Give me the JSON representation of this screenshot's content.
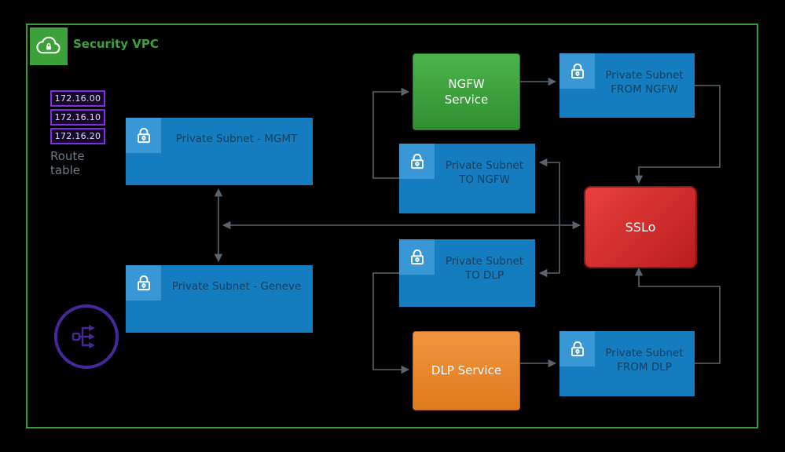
{
  "vpc": {
    "label": "Security VPC"
  },
  "route_table": {
    "label": "Route table",
    "entries": [
      "172.16.00",
      "172.16.10",
      "172.16.20"
    ]
  },
  "nodes": {
    "mgmt": {
      "label": "Private Subnet - MGMT"
    },
    "geneve": {
      "label": "Private Subnet - Geneve"
    },
    "ngfw_service": {
      "label": "NGFW\nService"
    },
    "to_ngfw": {
      "label": "Private Subnet\nTO NGFW"
    },
    "from_ngfw": {
      "label": "Private Subnet\nFROM NGFW"
    },
    "sslo": {
      "label": "SSLo"
    },
    "to_dlp": {
      "label": "Private Subnet\nTO DLP"
    },
    "dlp_service": {
      "label": "DLP Service"
    },
    "from_dlp": {
      "label": "Private Subnet\nFROM DLP"
    }
  },
  "icons": {
    "vpc_icon": "cloud-lock-icon",
    "subnet_icon": "lock-icon",
    "gateway_icon": "transit-gateway-icon"
  },
  "colors": {
    "vpc_green": "#3BA23B",
    "subnet_blue": "#147CBF",
    "subnet_badge_blue": "#3A97D6",
    "ngfw_green": "#3BA23B",
    "dlp_orange": "#EE8A33",
    "sslo_red": "#D32F2F",
    "route_purple": "#7D2EE0",
    "tgw_purple": "#46289B",
    "arrow_gray": "#5A646E",
    "background": "#000000"
  }
}
